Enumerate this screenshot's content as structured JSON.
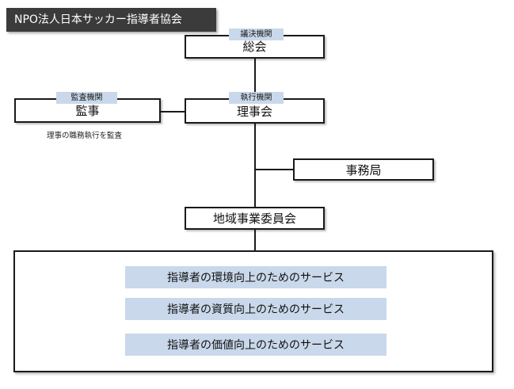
{
  "title": "NPO法人日本サッカー指導者協会",
  "general_assembly": {
    "tag": "議決機関",
    "label": "総会"
  },
  "auditor": {
    "tag": "監査機関",
    "label": "監事",
    "note": "理事の職務執行を監査"
  },
  "board": {
    "tag": "執行機関",
    "label": "理事会"
  },
  "secretariat": {
    "label": "事務局"
  },
  "regional_committee": {
    "label": "地域事業委員会"
  },
  "services": [
    "指導者の環境向上のためのサービス",
    "指導者の資質向上のためのサービス",
    "指導者の価値向上のためのサービス"
  ]
}
